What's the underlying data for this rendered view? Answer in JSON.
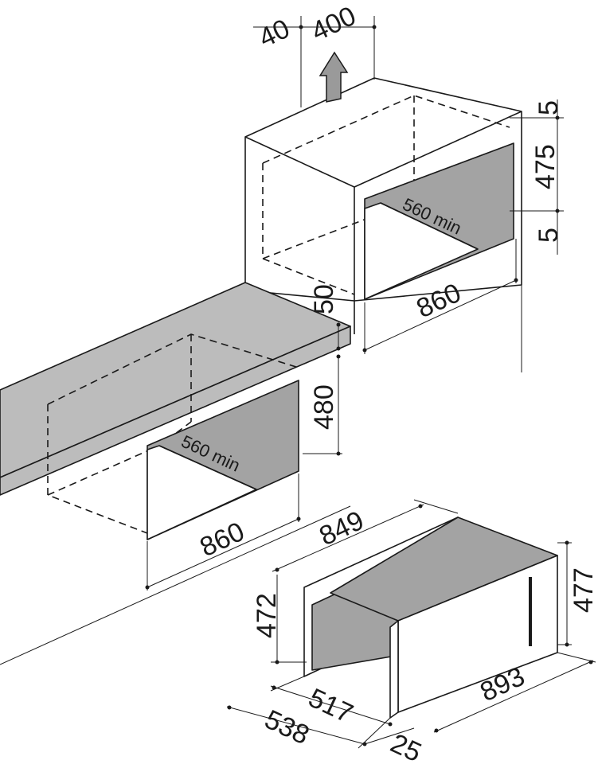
{
  "dimensions": {
    "vent_gap": "40",
    "vent_width": "400",
    "top_gap": "5",
    "column_niche_height": "475",
    "bottom_gap": "5",
    "column_niche_depth": "560 min",
    "column_niche_width": "860",
    "worktop_thickness": "50",
    "undercounter_niche_height": "480",
    "undercounter_niche_depth": "560 min",
    "undercounter_niche_width": "860",
    "appliance_body_width": "849",
    "appliance_body_height": "472",
    "appliance_front_height": "477",
    "appliance_front_width": "893",
    "appliance_body_depth": "517",
    "appliance_total_depth": "538",
    "appliance_front_thickness": "25"
  },
  "colors": {
    "line": "#1a1a1a",
    "niche_fill": "#a3a3a3",
    "worktop_fill": "#bcbcbc",
    "background": "#ffffff"
  }
}
